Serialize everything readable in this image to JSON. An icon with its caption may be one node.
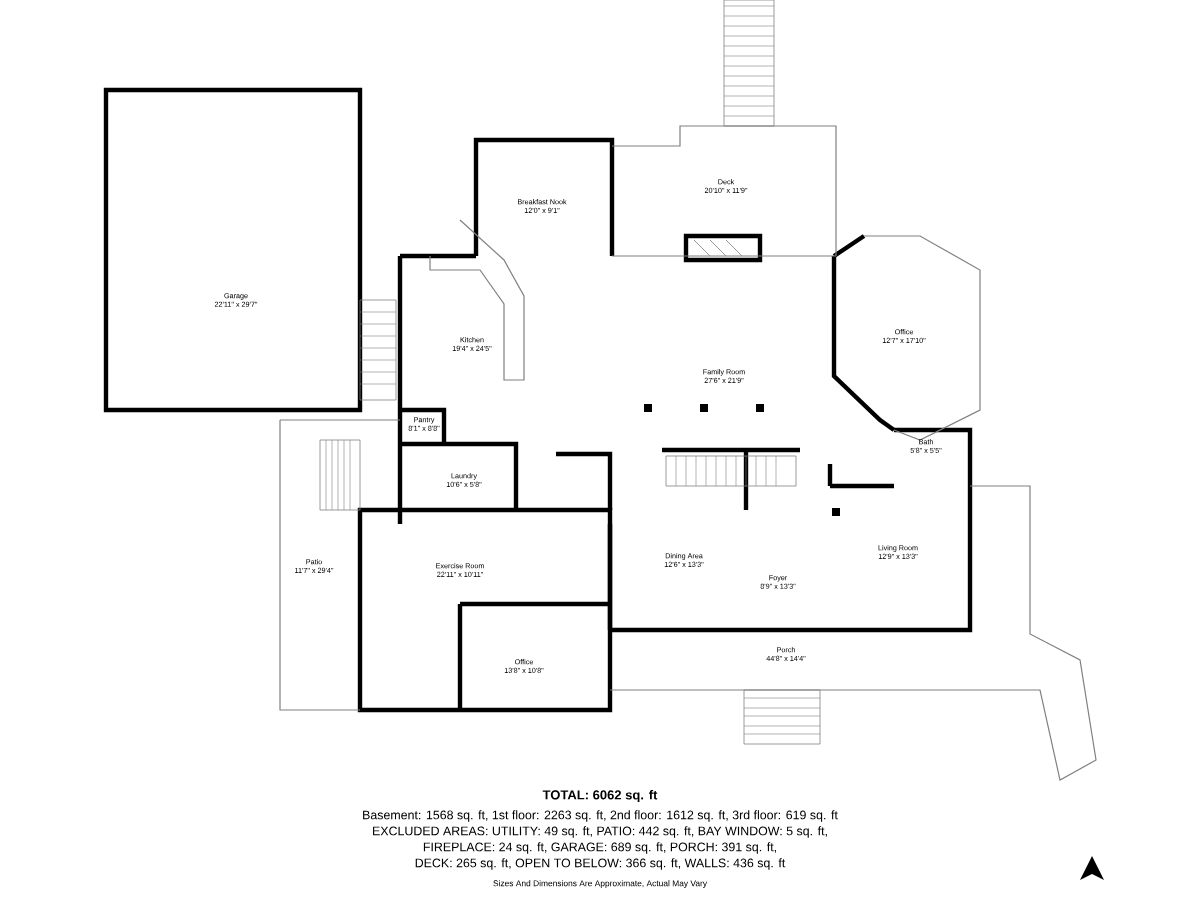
{
  "diagram": {
    "nodes": [
      {
        "text": [
          "Garage",
          "22'11\" x 29'7\""
        ]
      },
      {
        "text": [
          "Breakfast Nook",
          "12'0\" x 9'1\""
        ]
      },
      {
        "text": [
          "Deck",
          "20'10\" x 11'9\""
        ]
      },
      {
        "text": [
          "Kitchen",
          "19'4\" x 24'5\""
        ]
      },
      {
        "text": [
          "Family Room",
          "27'6\" x 21'9\""
        ]
      },
      {
        "text": [
          "Office",
          "12'7\" x 17'10\""
        ]
      },
      {
        "text": [
          "Pantry",
          "8'1\" x 8'8\""
        ]
      },
      {
        "text": [
          "Laundry",
          "10'6\" x 5'8\""
        ]
      },
      {
        "text": [
          "Bath",
          "5'8\" x 5'5\""
        ]
      },
      {
        "text": [
          "Patio",
          "11'7\" x 29'4\""
        ]
      },
      {
        "text": [
          "Exercise Room",
          "22'11\" x 10'11\""
        ]
      },
      {
        "text": [
          "Dining Area",
          "12'6\" x 13'3\""
        ]
      },
      {
        "text": [
          "Living Room",
          "12'9\" x 13'3\""
        ]
      },
      {
        "text": [
          "Foyer",
          "8'9\" x 13'3\""
        ]
      },
      {
        "text": [
          "Office",
          "13'8\" x 10'8\""
        ]
      },
      {
        "text": [
          "Porch",
          "44'8\" x 14'4\""
        ]
      }
    ],
    "labels": [
      "TOTAL: 6062 sq. ft",
      "Basement: 1568 sq. ft, 1st floor: 2263 sq. ft, 2nd floor: 1612 sq. ft, 3rd floor: 619 sq. ft",
      "EXCLUDED AREAS: UTILITY: 49 sq. ft, PATIO: 442 sq. ft, BAY WINDOW: 5 sq. ft,",
      "FIREPLACE: 24 sq. ft, GARAGE: 689 sq. ft, PORCH: 391 sq. ft,",
      "DECK: 265 sq. ft, OPEN TO BELOW: 366 sq. ft, WALLS: 436 sq. ft",
      "Sizes And Dimensions Are Approximate, Actual May Vary"
    ]
  }
}
